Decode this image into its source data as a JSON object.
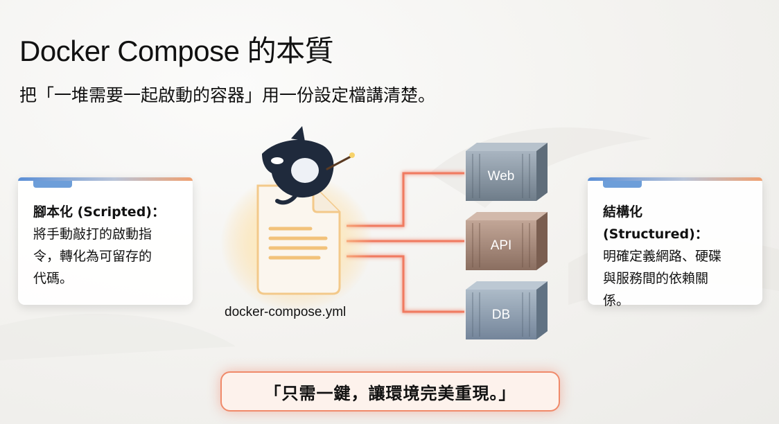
{
  "title": "Docker Compose 的本質",
  "subtitle": "把「一堆需要一起啟動的容器」用一份設定檔講清楚。",
  "left_card": {
    "title": "腳本化 (Scripted)：",
    "body_lines": [
      "將手動敲打的啟動指",
      "令，轉化為可留存的",
      "代碼。"
    ]
  },
  "right_card": {
    "title": "結構化 (Structured)：",
    "body_lines": [
      "明確定義網路、硬碟",
      "與服務間的依賴關",
      "係。"
    ]
  },
  "file_label": "docker-compose.yml",
  "containers": [
    {
      "label": "Web",
      "color": "#7f8d9a"
    },
    {
      "label": "API",
      "color": "#9a7f70"
    },
    {
      "label": "DB",
      "color": "#8494a4"
    }
  ],
  "icons": {
    "mascot": "orca-icon",
    "file": "document-icon"
  },
  "colors": {
    "connector": "#f07a60",
    "callout_border": "#f08a6a",
    "card_accent": "#6d9ed9"
  },
  "callout": "「只需一鍵，讓環境完美重現。」"
}
